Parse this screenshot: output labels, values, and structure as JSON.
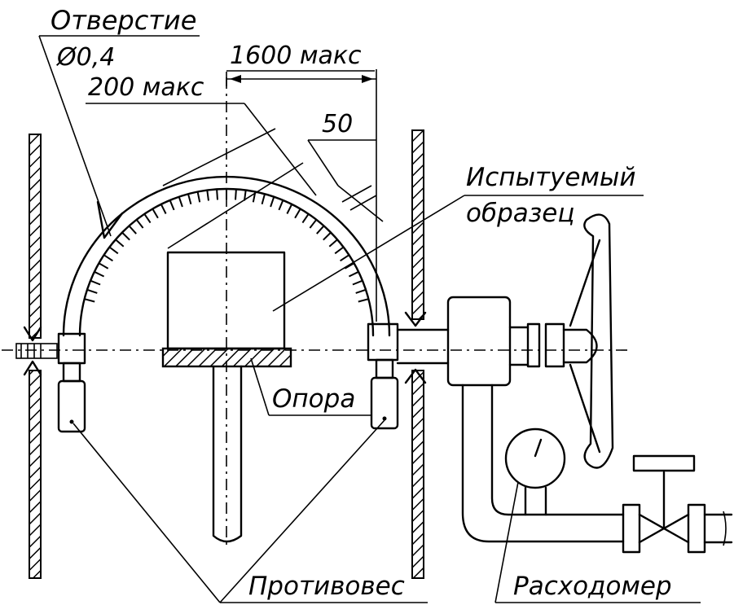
{
  "labels": {
    "hole": "Отверстие",
    "hole_diameter": "Ø0,4",
    "dim_1600": "1600 макс",
    "dim_200": "200 макс",
    "dim_50": "50",
    "specimen_line1": "Испытуемый",
    "specimen_line2": "образец",
    "support": "Опора",
    "counterweight": "Противовес",
    "flowmeter": "Расходомер"
  },
  "colors": {
    "ink": "#000000",
    "paper": "#ffffff"
  }
}
